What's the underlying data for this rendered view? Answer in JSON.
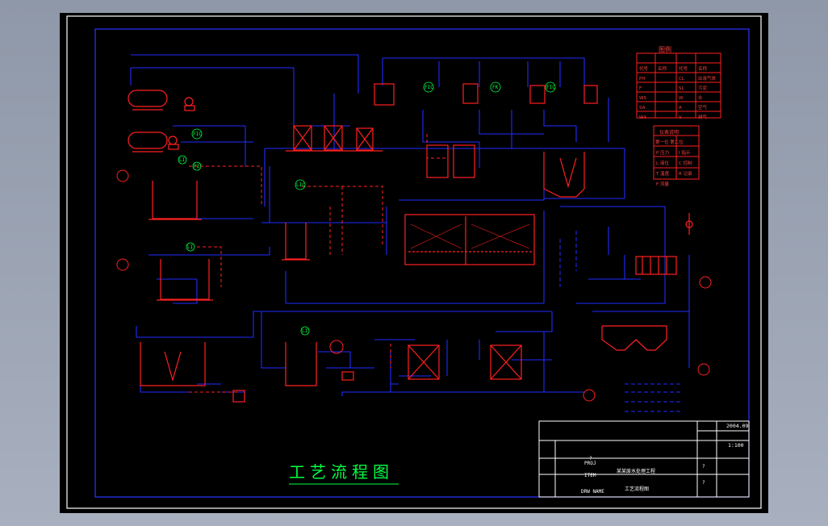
{
  "drawing": {
    "title": "工艺流程图",
    "palette": {
      "frame": "#ffffff",
      "pipe": "#1f2cff",
      "equipment": "#ff2020",
      "label": "#00ff40",
      "title": "#00ff40",
      "text": "#ffffff",
      "background": "#000000"
    }
  },
  "legend": {
    "title": "图例",
    "headers": [
      "代号",
      "名称",
      "代号",
      "名称"
    ],
    "rows": [
      [
        "PH",
        "",
        "CL",
        "出液气体"
      ],
      [
        "F",
        "",
        "SL",
        "污泥"
      ],
      [
        "WS",
        "",
        "W",
        "水"
      ],
      [
        "SA",
        "",
        "A",
        "空气"
      ],
      [
        "WX",
        "",
        "V",
        "排气"
      ]
    ]
  },
  "instrument_table": {
    "title": "仪表说明",
    "header": "第一位 第二位",
    "rows": [
      [
        "P 压力",
        "I 指示"
      ],
      [
        "L 液位",
        "C 控制"
      ],
      [
        "T 温度",
        "R 记录"
      ],
      [
        "F 流量",
        ""
      ]
    ]
  },
  "instruments": {
    "fic": "FIC",
    "fk": "FK",
    "lic": "LIC",
    "pi": "PI",
    "li": "LI",
    "fi": "FI"
  },
  "title_block": {
    "date": "2004.09",
    "scale": "1:100",
    "proj_label": "PROJ",
    "proj_value": "",
    "item_label": "ITEM",
    "item_value": "某某废水处理工程",
    "dwg_label": "DRW NAME",
    "dwg_value": "工艺流程图",
    "q": "?"
  }
}
